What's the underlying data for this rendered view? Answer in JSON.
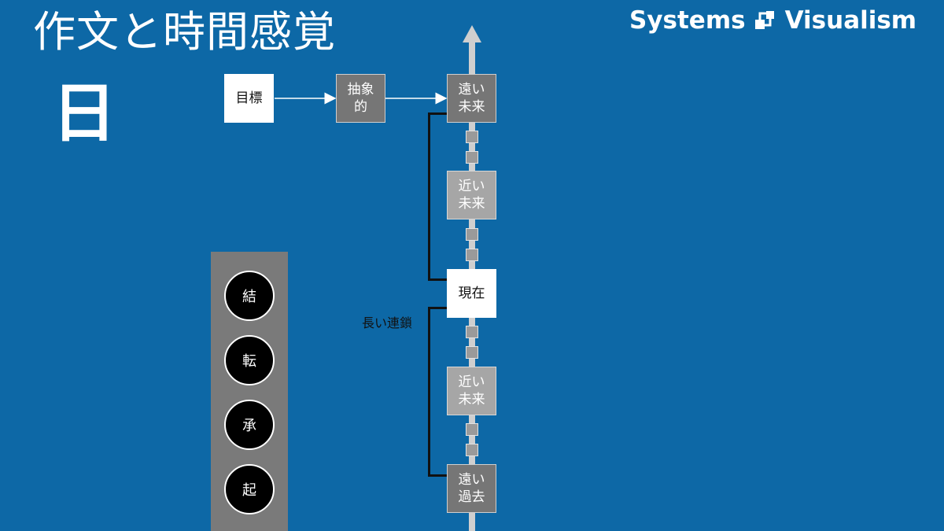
{
  "title": "作文と時間感覚",
  "big_kanji": "日",
  "brand": {
    "left": "Systems",
    "right": "Visualism",
    "logo_icon": "systems-visualism-logo-icon"
  },
  "goal_flow": {
    "goal": "目標",
    "abstract": "抽象的"
  },
  "timeline": {
    "distant_future": "遠い未来",
    "near_future_upper": "近い未来",
    "present": "現在",
    "near_future_lower": "近い未来",
    "distant_past": "遠い過去"
  },
  "chain_label": "長い連鎖",
  "kishoutenketsu": [
    "結",
    "転",
    "承",
    "起"
  ],
  "colors": {
    "background": "#0d68a6",
    "dark_box": "#767676",
    "light_box": "#a6a6a6",
    "panel": "#7a7a7a"
  }
}
